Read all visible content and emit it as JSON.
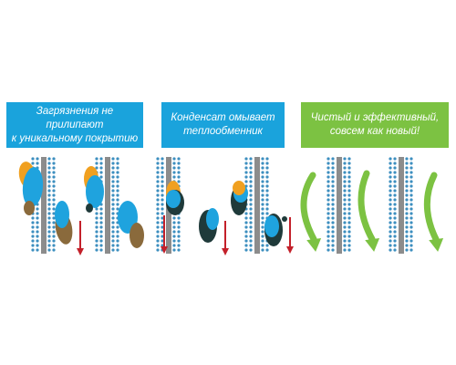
{
  "panels": [
    {
      "caption": "Загрязнения не прилипают\nк уникальному покрытию",
      "state": "dirty",
      "banner_color": "#1aa3dc"
    },
    {
      "caption": "Конденсат омывает\nтеплообменник",
      "state": "washing",
      "banner_color": "#1aa3dc"
    },
    {
      "caption": "Чистый и эффективный,\nсовсем как новый!",
      "state": "clean",
      "banner_color": "#7cc242"
    }
  ],
  "colors": {
    "plate": "#8c8c8c",
    "dots": "#3d8fbf",
    "water": "#1fa3de",
    "dirt_brown": "#8a6a3c",
    "dirt_dark": "#1f3a3a",
    "dirt_orange": "#f0a020",
    "drip_arrow": "#c3202a",
    "flow_arrow": "#7cc242"
  },
  "icons": [
    "dirt-droplet-icon",
    "drip-arrow-icon",
    "flow-arrow-icon",
    "fin-plate-icon"
  ]
}
